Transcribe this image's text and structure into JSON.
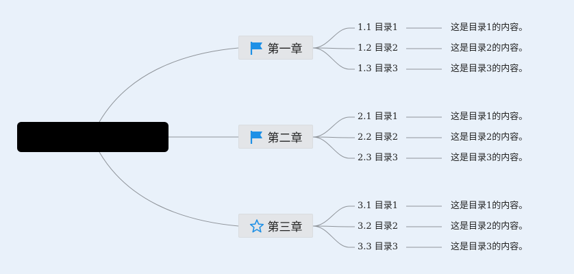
{
  "colors": {
    "background": "#e9f1fa",
    "root": "#000000",
    "chapter_bg": "#e3e5e8",
    "connector": "#8e9399",
    "flag_icon": "#1e90e6",
    "star_icon": "#1e90e6"
  },
  "root": {
    "label": ""
  },
  "chapters": [
    {
      "title": "第一章",
      "icon": "flag-icon",
      "items": [
        {
          "label": "1.1 目录1",
          "content": "这是目录1的内容。"
        },
        {
          "label": "1.2 目录2",
          "content": "这是目录2的内容。"
        },
        {
          "label": "1.3 目录3",
          "content": "这是目录3的内容。"
        }
      ]
    },
    {
      "title": "第二章",
      "icon": "flag-icon",
      "items": [
        {
          "label": "2.1 目录1",
          "content": "这是目录1的内容。"
        },
        {
          "label": "2.2 目录2",
          "content": "这是目录2的内容。"
        },
        {
          "label": "2.3 目录3",
          "content": "这是目录3的内容。"
        }
      ]
    },
    {
      "title": "第三章",
      "icon": "star-icon",
      "items": [
        {
          "label": "3.1 目录1",
          "content": "这是目录1的内容。"
        },
        {
          "label": "3.2 目录2",
          "content": "这是目录2的内容。"
        },
        {
          "label": "3.3 目录3",
          "content": "这是目录3的内容。"
        }
      ]
    }
  ]
}
